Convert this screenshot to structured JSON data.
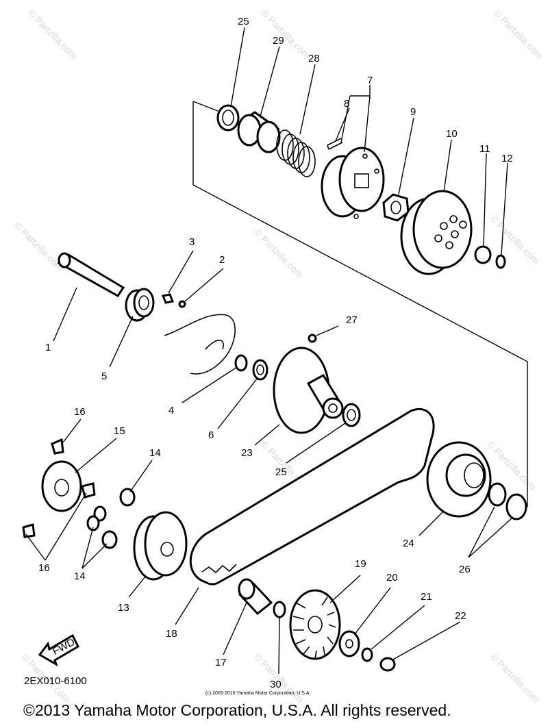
{
  "diagram": {
    "callouts": [
      "1",
      "2",
      "3",
      "4",
      "5",
      "6",
      "7",
      "8",
      "9",
      "10",
      "11",
      "12",
      "13",
      "14",
      "15",
      "16",
      "17",
      "18",
      "19",
      "20",
      "21",
      "22",
      "23",
      "24",
      "25",
      "26",
      "27",
      "28",
      "29",
      "30"
    ],
    "fwd_label": "FWD",
    "diagram_code": "2EX010-6100",
    "watermark": "© Partzilla.com",
    "sub_copyright": "(c) 2005-2016 Yamaha Motor Corporation, U.S.A.",
    "copyright": "©2013 Yamaha Motor Corporation, U.S.A. All rights reserved."
  }
}
